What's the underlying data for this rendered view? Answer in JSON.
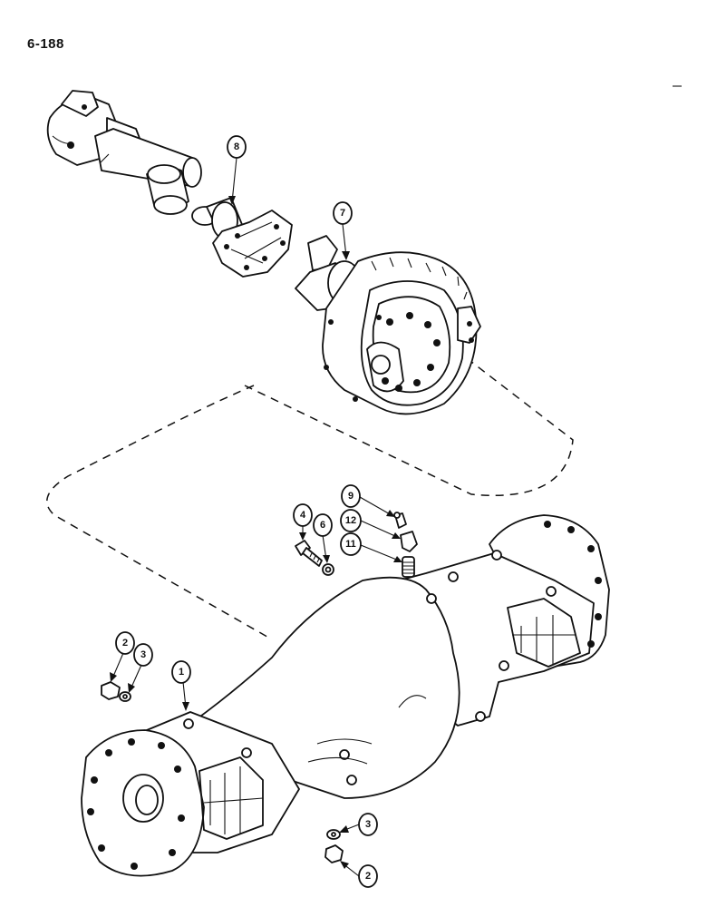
{
  "page": {
    "number": "6-188"
  },
  "callouts": {
    "c1": "1",
    "c2a": "2",
    "c2b": "2",
    "c3a": "3",
    "c3b": "3",
    "c4": "4",
    "c6": "6",
    "c7": "7",
    "c8": "8",
    "c9": "9",
    "c11": "11",
    "c12": "12"
  },
  "parts": {
    "drive_shaft": "drive-shaft",
    "coupling": "coupling-yoke",
    "differential": "differential-assembly",
    "axle_housing": "axle-housing",
    "bolt": "bolt",
    "nut": "nut",
    "washer": "washer",
    "grease_fitting": "grease-fitting",
    "elbow": "elbow-fitting",
    "breather": "breather"
  }
}
